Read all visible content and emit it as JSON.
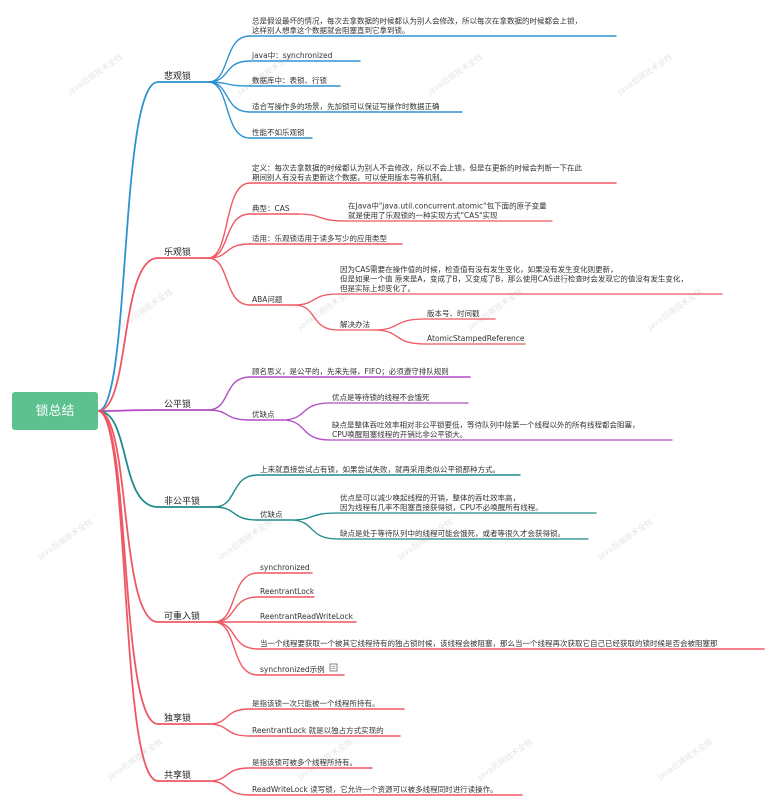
{
  "root": {
    "label": "锁总结"
  },
  "colors": {
    "root_bg": "#5cc18f",
    "blue": "#2f93d1",
    "red": "#ef5763",
    "purple": "#b24dc4",
    "teal": "#1f8a8a"
  },
  "watermark": "java后端技术全栈",
  "branches": [
    {
      "label": "悲观锁",
      "items": [
        {
          "lines": [
            "总是假设最坏的情况，每次去拿数据的时候都认为别人会修改，所以每次在拿数据的时候都会上锁，",
            "这样别人想拿这个数据就会阻塞直到它拿到锁。"
          ]
        },
        {
          "lines": [
            "java中：synchronized"
          ]
        },
        {
          "lines": [
            "数据库中：表锁、行锁"
          ]
        },
        {
          "lines": [
            "适合写操作多的场景，先加锁可以保证写操作时数据正确"
          ]
        },
        {
          "lines": [
            "性能不如乐观锁"
          ]
        }
      ]
    },
    {
      "label": "乐观锁",
      "items": [
        {
          "lines": [
            "定义：每次去拿数据的时候都认为别人不会修改，所以不会上锁，但是在更新的时候会判断一下在此",
            "期间别人有没有去更新这个数据，可以使用版本号等机制。"
          ]
        },
        {
          "lines": [
            "典型：CAS"
          ],
          "children": [
            {
              "lines": [
                "在Java中\"java.util.concurrent.atomic\"包下面的原子变量",
                "就是使用了乐观锁的一种实现方式\"CAS\"实现"
              ]
            }
          ]
        },
        {
          "lines": [
            "适用：乐观锁适用于读多写少的应用类型"
          ]
        },
        {
          "lines": [
            "ABA问题"
          ],
          "children": [
            {
              "lines": [
                "因为CAS需要在操作值的时候，检查值有没有发生变化，如果没有发生变化则更新，",
                "但是如果一个值 原来是A，变成了B，又变成了B，那么使用CAS进行检查时会发现它的值没有发生变化，",
                "但是实际上却变化了。"
              ]
            },
            {
              "lines": [
                "解决办法"
              ],
              "children": [
                {
                  "lines": [
                    "版本号、时间戳"
                  ]
                },
                {
                  "lines": [
                    "AtomicStampedReference"
                  ]
                }
              ]
            }
          ]
        }
      ]
    },
    {
      "label": "公平锁",
      "items": [
        {
          "lines": [
            "顾名思义，是公平的，先来先得，FIFO；必须遵守排队规则"
          ]
        },
        {
          "lines": [
            "优缺点"
          ],
          "children": [
            {
              "lines": [
                "优点是等待锁的线程不会饿死"
              ]
            },
            {
              "lines": [
                "缺点是整体吞吐效率相对非公平锁要低，等待队列中除第一个线程以外的所有线程都会阻塞，",
                "CPU唤醒阻塞线程的开销比非公平锁大。"
              ]
            }
          ]
        }
      ]
    },
    {
      "label": "非公平锁",
      "items": [
        {
          "lines": [
            "上来就直接尝试占有锁，如果尝试失败，就再采用类似公平锁那种方式。"
          ]
        },
        {
          "lines": [
            "优缺点"
          ],
          "children": [
            {
              "lines": [
                "优点是可以减少唤起线程的开销，整体的吞吐效率高，",
                "因为线程有几率不阻塞直接获得锁，CPU不必唤醒所有线程。"
              ]
            },
            {
              "lines": [
                "缺点是处于等待队列中的线程可能会饿死，或者等很久才会获得锁。"
              ]
            }
          ]
        }
      ]
    },
    {
      "label": "可重入锁",
      "items": [
        {
          "lines": [
            "synchronized"
          ]
        },
        {
          "lines": [
            "ReentrantLock"
          ]
        },
        {
          "lines": [
            "ReentrantReadWriteLock"
          ]
        },
        {
          "lines": [
            "当一个线程要获取一个被其它线程持有的独占锁时候，该线程会被阻塞，那么当一个线程再次获取它自己已经获取的锁时候是否会被阻塞那"
          ]
        },
        {
          "lines": [
            "synchronized示例"
          ]
        }
      ]
    },
    {
      "label": "独享锁",
      "items": [
        {
          "lines": [
            "是指该锁一次只能被一个线程所持有。"
          ]
        },
        {
          "lines": [
            "ReentrantLock 就是以独占方式实现的"
          ]
        }
      ]
    },
    {
      "label": "共享锁",
      "items": [
        {
          "lines": [
            "是指该锁可被多个线程所持有。"
          ]
        },
        {
          "lines": [
            "ReadWriteLock 读写锁，它允许一个资源可以被多线程同时进行读操作。"
          ]
        }
      ]
    }
  ]
}
